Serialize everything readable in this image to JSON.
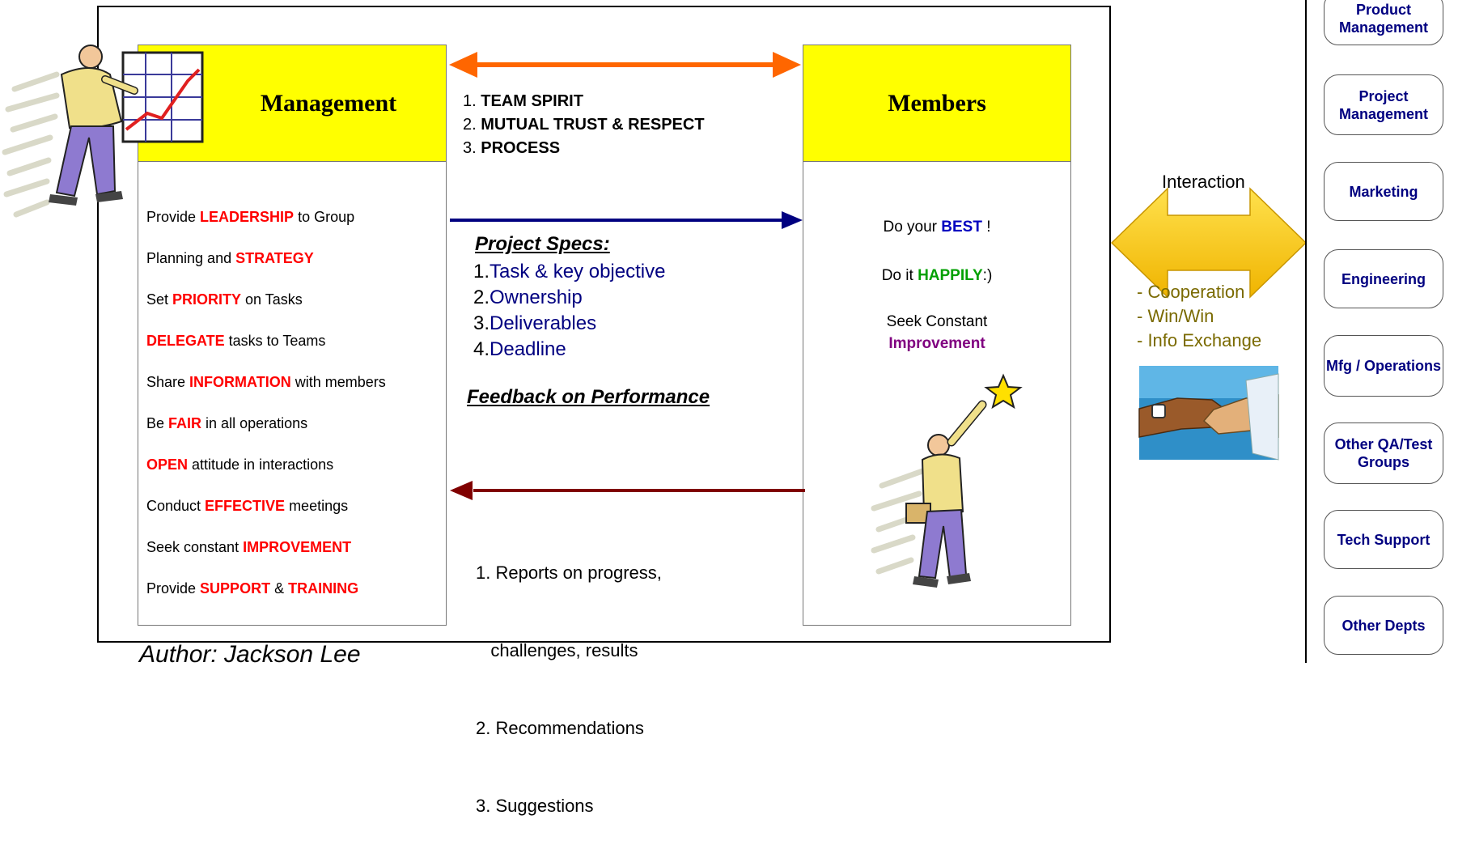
{
  "management": {
    "title": "Management",
    "duties": [
      {
        "pre": "Provide ",
        "key": "LEADERSHIP",
        "post": " to Group"
      },
      {
        "pre": "Planning and ",
        "key": "STRATEGY",
        "post": ""
      },
      {
        "pre": "Set ",
        "key": "PRIORITY",
        "post": " on Tasks"
      },
      {
        "pre": "",
        "key": "DELEGATE",
        "post": " tasks to Teams"
      },
      {
        "pre": "Share ",
        "key": "INFORMATION",
        "post": " with members"
      },
      {
        "pre": "Be ",
        "key": "FAIR",
        "post": " in all operations"
      },
      {
        "pre": "",
        "key": "OPEN",
        "post": " attitude in interactions"
      },
      {
        "pre": "Conduct ",
        "key": "EFFECTIVE",
        "post": " meetings"
      },
      {
        "pre": "Seek constant ",
        "key": "IMPROVEMENT",
        "post": ""
      },
      {
        "pre": "Provide ",
        "key": "SUPPORT",
        "mid": " & ",
        "key2": "TRAINING",
        "post": ""
      }
    ]
  },
  "members": {
    "title": "Members",
    "best_pre": "Do your ",
    "best_key": "BEST",
    "best_post": " !",
    "happy_pre": "Do it ",
    "happy_key": "HAPPILY",
    "happy_post": ":)",
    "seek": "Seek Constant",
    "improvement": "Improvement"
  },
  "shared_values": [
    {
      "num": "1. ",
      "text": "TEAM SPIRIT"
    },
    {
      "num": "2. ",
      "text": "MUTUAL TRUST & RESPECT"
    },
    {
      "num": "3. ",
      "text": "PROCESS"
    }
  ],
  "project_specs": {
    "heading": "Project Specs:",
    "items": [
      {
        "num": "1.",
        "text": "Task & key objective"
      },
      {
        "num": "2.",
        "text": "Ownership"
      },
      {
        "num": "3.",
        "text": "Deliverables"
      },
      {
        "num": "4.",
        "text": "Deadline"
      }
    ],
    "feedback": "Feedback on Performance"
  },
  "reports": [
    "1. Reports on progress,",
    "   challenges, results",
    "2. Recommendations",
    "3. Suggestions"
  ],
  "interaction": {
    "label": "Interaction",
    "benefits": [
      "- Cooperation",
      "- Win/Win",
      "- Info Exchange"
    ]
  },
  "departments": [
    "Product Management",
    "Project Management",
    "Marketing",
    "Engineering",
    "Mfg / Operations",
    "Other QA/Test Groups",
    "Tech Support",
    "Other Depts"
  ],
  "author": "Author: Jackson Lee",
  "colors": {
    "header_fill": "#ffff00",
    "orange_arrow": "#ff6600",
    "navy_arrow": "#000080",
    "maroon_arrow": "#800000",
    "interaction_arrow": "#f5c400",
    "keyword_red": "#ff0000"
  },
  "icons": [
    "presenter-clipart",
    "star-reacher-clipart",
    "handshake-clipart"
  ]
}
